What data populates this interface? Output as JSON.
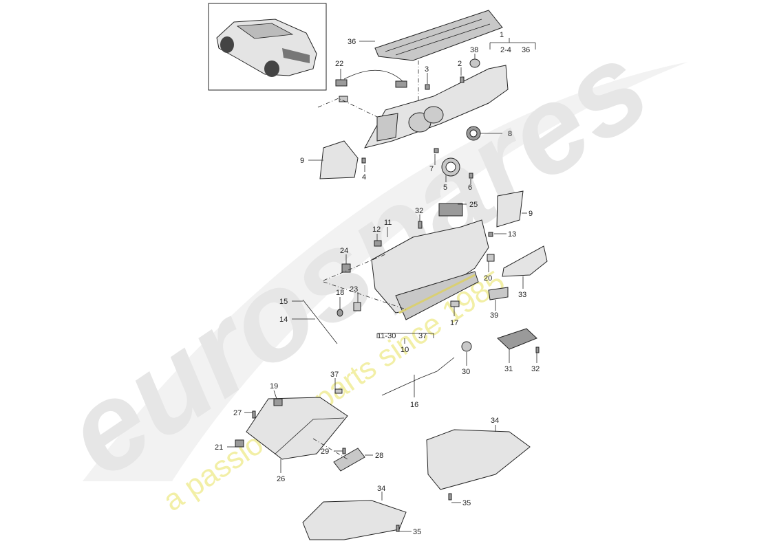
{
  "watermark": {
    "logo_text": "eurospares",
    "tagline": "a passion for parts since 1985"
  },
  "parts": [
    {
      "id": "p1",
      "label": "1"
    },
    {
      "id": "p2",
      "label": "2"
    },
    {
      "id": "p2-4",
      "label": "2-4"
    },
    {
      "id": "p3",
      "label": "3"
    },
    {
      "id": "p4",
      "label": "4"
    },
    {
      "id": "p5",
      "label": "5"
    },
    {
      "id": "p6",
      "label": "6"
    },
    {
      "id": "p7",
      "label": "7"
    },
    {
      "id": "p8",
      "label": "8"
    },
    {
      "id": "p9a",
      "label": "9"
    },
    {
      "id": "p9b",
      "label": "9"
    },
    {
      "id": "p10",
      "label": "10"
    },
    {
      "id": "p11",
      "label": "11"
    },
    {
      "id": "p11-30",
      "label": "11-30"
    },
    {
      "id": "p12",
      "label": "12"
    },
    {
      "id": "p13",
      "label": "13"
    },
    {
      "id": "p14",
      "label": "14"
    },
    {
      "id": "p15",
      "label": "15"
    },
    {
      "id": "p16",
      "label": "16"
    },
    {
      "id": "p17",
      "label": "17"
    },
    {
      "id": "p18",
      "label": "18"
    },
    {
      "id": "p19",
      "label": "19"
    },
    {
      "id": "p20",
      "label": "20"
    },
    {
      "id": "p21",
      "label": "21"
    },
    {
      "id": "p22",
      "label": "22"
    },
    {
      "id": "p23",
      "label": "23"
    },
    {
      "id": "p24",
      "label": "24"
    },
    {
      "id": "p25",
      "label": "25"
    },
    {
      "id": "p26",
      "label": "26"
    },
    {
      "id": "p27",
      "label": "27"
    },
    {
      "id": "p28",
      "label": "28"
    },
    {
      "id": "p29",
      "label": "29"
    },
    {
      "id": "p30",
      "label": "30"
    },
    {
      "id": "p31",
      "label": "31"
    },
    {
      "id": "p32a",
      "label": "32"
    },
    {
      "id": "p32b",
      "label": "32"
    },
    {
      "id": "p33",
      "label": "33"
    },
    {
      "id": "p34a",
      "label": "34"
    },
    {
      "id": "p34b",
      "label": "34"
    },
    {
      "id": "p35a",
      "label": "35"
    },
    {
      "id": "p35b",
      "label": "35"
    },
    {
      "id": "p36a",
      "label": "36"
    },
    {
      "id": "p36b",
      "label": "36"
    },
    {
      "id": "p37a",
      "label": "37"
    },
    {
      "id": "p37b",
      "label": "37"
    },
    {
      "id": "p38",
      "label": "38"
    },
    {
      "id": "p39",
      "label": "39"
    }
  ]
}
